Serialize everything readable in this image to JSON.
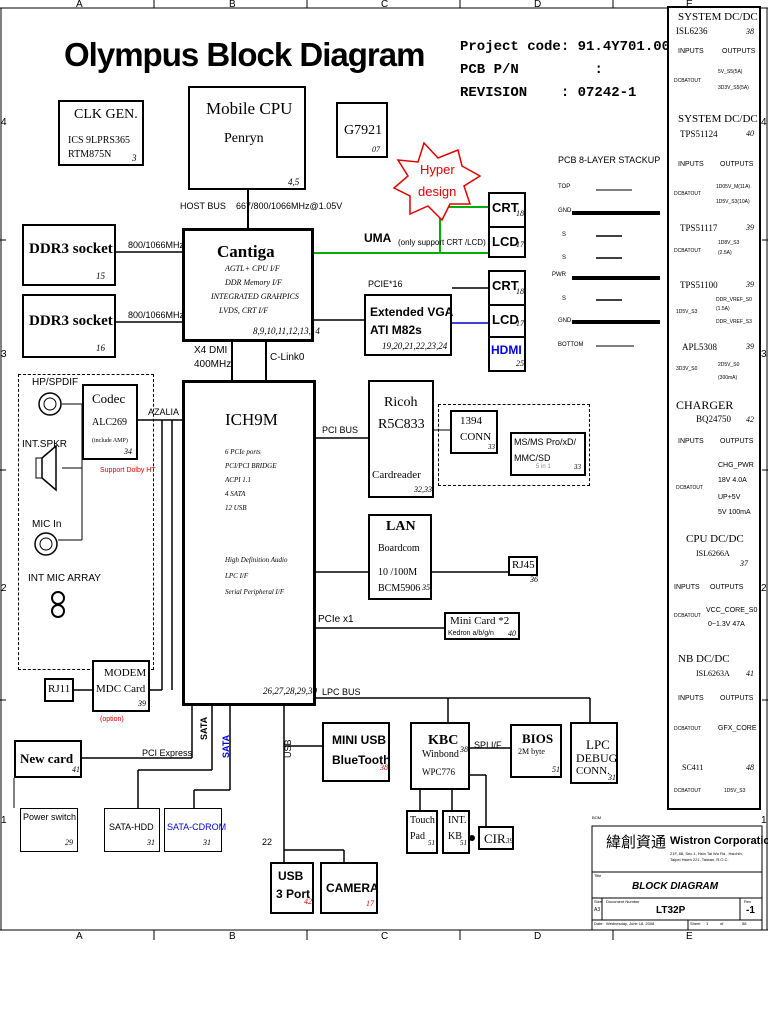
{
  "title": "Olympus Block Diagram",
  "project": {
    "project_code_label": "Project code:",
    "project_code": "91.4Y701.001",
    "pcb_pn_label": "PCB P/N",
    "pcb_pn_sep": ":",
    "revision_label": "REVISION",
    "revision": ": 07242-1"
  },
  "grid": {
    "cols": [
      "A",
      "B",
      "C",
      "D",
      "E"
    ],
    "rows": [
      "4",
      "3",
      "2",
      "1"
    ]
  },
  "clk": {
    "title": "CLK GEN.",
    "line1": "ICS 9LPRS365",
    "line2": "RTM875N",
    "page": "3"
  },
  "cpu": {
    "title": "Mobile CPU",
    "sub": "Penryn",
    "page": "4,5"
  },
  "g7921": {
    "title": "G7921",
    "page": "07"
  },
  "hyper": {
    "line1": "Hyper",
    "line2": "design"
  },
  "bus": {
    "host": "HOST BUS",
    "freq": "667/800/1066MHz@1.05V"
  },
  "ddr1": {
    "title": "DDR3 socket",
    "page": "15",
    "speed": "800/1066MHz"
  },
  "ddr2": {
    "title": "DDR3 socket",
    "page": "16",
    "speed": "800/1066MHz"
  },
  "cantiga": {
    "title": "Cantiga",
    "features": [
      "AGTL+ CPU I/F",
      "DDR Memory I/F",
      "INTEGRATED GRAHPICS",
      "LVDS, CRT I/F"
    ],
    "pages": "8,9,10,11,12,13,14"
  },
  "uma": {
    "label": "UMA",
    "note": "(only support CRT /LCD)"
  },
  "crt1": {
    "title": "CRT",
    "page": "18"
  },
  "lcd1": {
    "title": "LCD",
    "page": "17"
  },
  "pcie16": "PCIE*16",
  "vga": {
    "line1": "Extended VGA",
    "line2": "ATI M82s",
    "pages": "19,20,21,22,23,24"
  },
  "crt2": {
    "title": "CRT",
    "page": "18"
  },
  "lcd2": {
    "title": "LCD",
    "page": "17"
  },
  "hdmi": {
    "title": "HDMI",
    "page": "25"
  },
  "x4dmi": {
    "line1": "X4 DMI",
    "line2": "400MHz",
    "clink": "C-Link0"
  },
  "audio": {
    "hp": "HP/SPDIF",
    "spkr": "INT.SPKR",
    "micin": "MIC In",
    "micarray": "INT MIC ARRAY",
    "azalia": "AZALIA",
    "dolby": "Support Dolby HT"
  },
  "codec": {
    "title": "Codec",
    "chip": "ALC269",
    "note": "(include AMP)",
    "page": "34"
  },
  "ich": {
    "title": "ICH9M",
    "features1": [
      "6 PCIe ports",
      "PCI/PCI BRIDGE",
      "ACPI 1.1",
      "4 SATA",
      "12 USB"
    ],
    "features2": [
      "High Definition Audio",
      "LPC I/F",
      "Serial Peripheral I/F"
    ],
    "pages": "26,27,28,29,30"
  },
  "pcibus": "PCI BUS",
  "ricoh": {
    "line1": "Ricoh",
    "line2": "R5C833",
    "card": "Cardreader",
    "pages": "32,33"
  },
  "ieee": {
    "line1": "1394",
    "line2": "CONN",
    "page": "33"
  },
  "ms": {
    "line1": "MS/MS Pro/xD/",
    "line2": "MMC/SD",
    "note": "5 in 1",
    "page": "33"
  },
  "lan": {
    "title": "LAN",
    "sub": "Boardcom",
    "speed": "10 /100M",
    "chip": "BCM5906",
    "page": "35"
  },
  "rj45": {
    "title": "RJ45",
    "page": "36"
  },
  "pciex1": "PCIe x1",
  "minicard": {
    "title": "Mini Card *2",
    "sub": "Kedron a/b/g/n",
    "page": "40"
  },
  "modem": {
    "line1": "MODEM",
    "line2": "MDC Card",
    "page": "39",
    "option": "(option)"
  },
  "rj11": "RJ11",
  "lpcbus": "LPC BUS",
  "newcard": {
    "title": "New card",
    "page": "41",
    "bus": "PCI Express"
  },
  "sata": {
    "sata1": "SATA",
    "sata2": "SATA",
    "usb": "USB"
  },
  "miniusb": {
    "line1": "MINI USB",
    "line2": "BlueTooth",
    "page": "38"
  },
  "kbc": {
    "title": "KBC",
    "sub": "Winbond",
    "chip": "WPC776",
    "page": "38"
  },
  "spi": "SPI I/F",
  "bios": {
    "title": "BIOS",
    "sub": "2M byte",
    "page": "51"
  },
  "lpcdebug": {
    "line1": "LPC",
    "line2": "DEBUG",
    "line3": "CONN.",
    "page": "31"
  },
  "touch": {
    "line1": "Touch",
    "line2": "Pad",
    "page": "51"
  },
  "intkb": {
    "line1": "INT.",
    "line2": "KB",
    "page": "51"
  },
  "cir": {
    "title": "CIR",
    "page": "39"
  },
  "powersw": {
    "title": "Power switch",
    "page": "29"
  },
  "satahdd": {
    "title": "SATA-HDD",
    "page": "31"
  },
  "satacdrom": {
    "title": "SATA-CDROM",
    "page": "31"
  },
  "usb3": {
    "line1": "USB",
    "line2": "3 Port",
    "page": "42",
    "num": "22"
  },
  "camera": {
    "title": "CAMERA",
    "page": "17"
  },
  "stackup": {
    "title": "PCB 8-LAYER STACKUP",
    "layers": [
      "TOP",
      "GND",
      "S",
      "S",
      "PWR",
      "S",
      "GND",
      "BOTTOM"
    ]
  },
  "power": [
    {
      "title": "SYSTEM DC/DC",
      "chip": "ISL6236",
      "page": "38",
      "in_h": "INPUTS",
      "out_h": "OUTPUTS",
      "in": "DCBATOUT",
      "out": [
        "5V_S5(5A)",
        "3D3V_S5(5A)"
      ]
    },
    {
      "title": "SYSTEM DC/DC",
      "chip": "TPS51124",
      "page": "40",
      "in_h": "INPUTS",
      "out_h": "OUTPUTS",
      "in": "DCBATOUT",
      "out": [
        "1D05V_M(11A)",
        "1D5V_S3(10A)"
      ]
    },
    {
      "title": "TPS51117",
      "page": "39",
      "in": "DCBATOUT",
      "out": [
        "1D8V_S3",
        "(2.5A)"
      ]
    },
    {
      "title": "TPS51100",
      "page": "39",
      "in": "1D5V_S3",
      "out": [
        "DDR_VREF_S0",
        "(1.5A)",
        "DDR_VREF_S3"
      ]
    },
    {
      "title": "APL5308",
      "page": "39",
      "in": "3D3V_S0",
      "out": [
        "2D5V_S0",
        "(300mA)"
      ]
    },
    {
      "title": "CHARGER",
      "chip": "BQ24750",
      "page": "42",
      "in_h": "INPUTS",
      "out_h": "OUTPUTS",
      "in": "DCBATOUT",
      "out": [
        "CHG_PWR",
        "18V  4.0A",
        "UP+5V",
        "5V   100mA"
      ]
    },
    {
      "title": "CPU DC/DC",
      "chip": "ISL6266A",
      "page": "37",
      "in_h": "INPUTS",
      "out_h": "OUTPUTS",
      "in": "DCBATOUT",
      "out": [
        "VCC_CORE_S0",
        "0~1.3V  47A"
      ]
    },
    {
      "title": "NB DC/DC",
      "chip": "ISL6263A",
      "page": "41",
      "in_h": "INPUTS",
      "out_h": "OUTPUTS",
      "in": "DCBATOUT",
      "out": [
        "GFX_CORE"
      ]
    },
    {
      "title": "SC411",
      "page": "48",
      "in": "DCBATOUT",
      "out": [
        "1D5V_S3"
      ]
    }
  ],
  "titleblock": {
    "bom": "BOM",
    "company": "Wistron Corporation",
    "chinese": "緯創資通",
    "address1": "21F, 88, Sec.1, Hsin Tai Wu Rd., Hsichih,",
    "address2": "Taipei Hsien 221, Taiwan, R.O.C.",
    "title_label": "Title",
    "title": "BLOCK DIAGRAM",
    "size_label": "Size",
    "size": "A3",
    "docnum_label": "Document Number",
    "docnum": "LT32P",
    "rev_label": "Rev",
    "rev": "-1",
    "date_label": "Date:",
    "date": "Wednesday, June 18, 2008",
    "sheet_label": "Sheet",
    "sheet": "1",
    "of": "of",
    "total": "58"
  }
}
